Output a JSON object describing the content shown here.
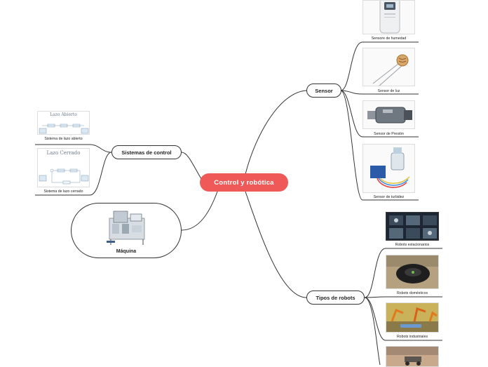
{
  "root": {
    "label": "Control y robótica"
  },
  "branches": {
    "sensor": {
      "label": "Sensor",
      "leaves": [
        {
          "label": "Sensore de humedad",
          "icon": "humidity-sensor-image"
        },
        {
          "label": "Sensor de luz",
          "icon": "light-sensor-image"
        },
        {
          "label": "Sensor de Presión",
          "icon": "pressure-sensor-image"
        },
        {
          "label": "Sensor de turbidez",
          "icon": "turbidity-sensor-image"
        }
      ]
    },
    "sistemas": {
      "label": "Sistemas de control",
      "leaves": [
        {
          "label": "Sistema de lazo abierto",
          "image_title": "Lazo Abierto",
          "icon": "open-loop-diagram-image"
        },
        {
          "label": "Sistema de lazo cerrado",
          "image_title": "Lazo Cerrado",
          "icon": "closed-loop-diagram-image"
        }
      ]
    },
    "maquina": {
      "label": "Máquina",
      "icon": "industrial-machine-image"
    },
    "robots": {
      "label": "Tipos de robots",
      "leaves": [
        {
          "label": "Robots estacionarios",
          "icon": "stationary-robots-image"
        },
        {
          "label": "Robots domésticos",
          "icon": "domestic-robot-image"
        },
        {
          "label": "Robots industriales",
          "icon": "industrial-robots-image"
        },
        {
          "label": "",
          "icon": "mobile-robot-image"
        }
      ]
    }
  },
  "colors": {
    "root": "#ef5a58",
    "line": "#333333"
  }
}
